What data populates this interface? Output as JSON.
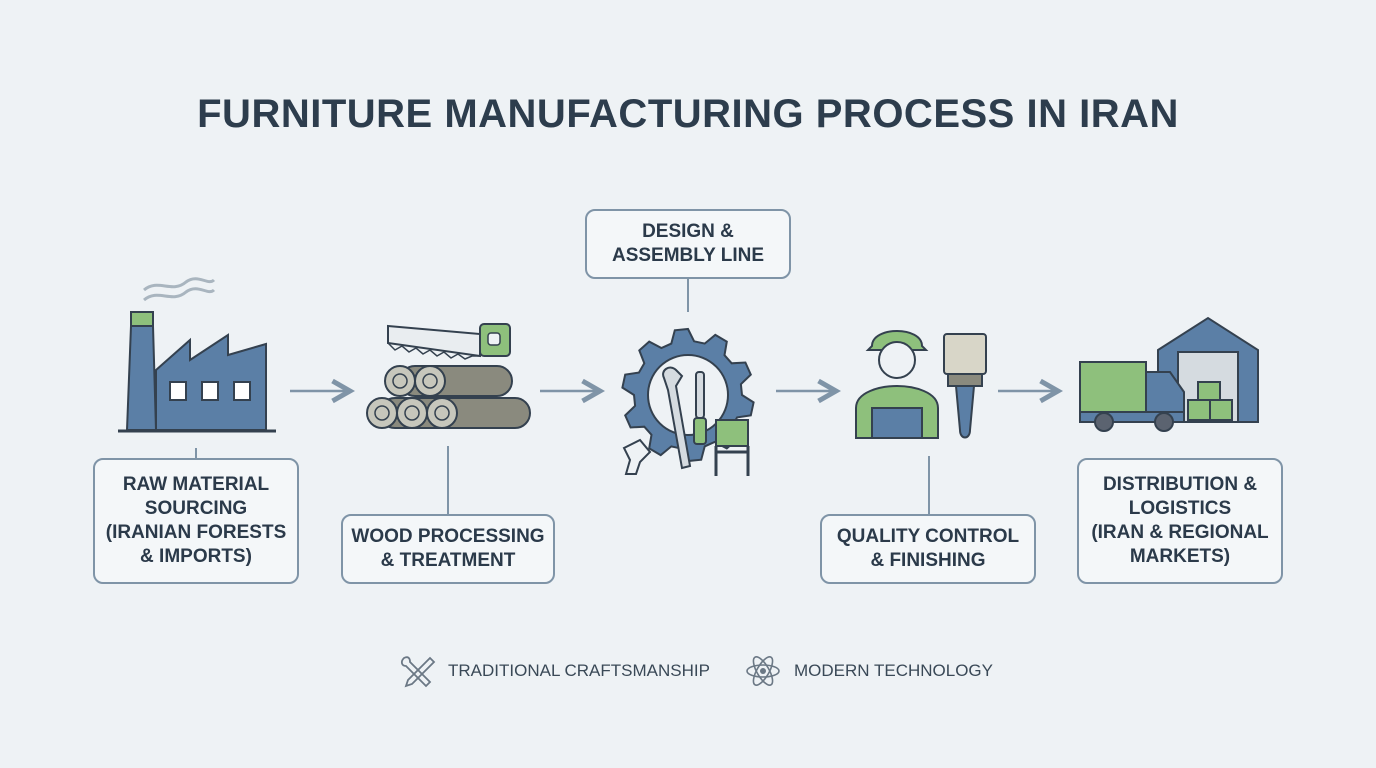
{
  "title": "FURNITURE MANUFACTURING PROCESS IN IRAN",
  "steps": [
    {
      "label": "RAW MATERIAL\nSOURCING\n(IRANIAN FORESTS\n& IMPORTS)",
      "icon": "factory-icon"
    },
    {
      "label": "WOOD PROCESSING\n& TREATMENT",
      "icon": "logs-saw-icon"
    },
    {
      "label": "DESIGN &\nASSEMBLY LINE",
      "icon": "gear-tools-icon"
    },
    {
      "label": "QUALITY CONTROL\n& FINISHING",
      "icon": "worker-brush-icon"
    },
    {
      "label": "DISTRIBUTION &\nLOGISTICS\n(IRAN & REGIONAL\nMARKETS)",
      "icon": "truck-warehouse-icon"
    }
  ],
  "legend": [
    {
      "label": "TRADITIONAL CRAFTSMANSHIP",
      "icon": "wrench-screwdriver-icon"
    },
    {
      "label": "MODERN TECHNOLOGY",
      "icon": "atom-icon"
    }
  ],
  "colors": {
    "background": "#eef2f5",
    "primary_blue": "#5b7fa6",
    "outline": "#34414f",
    "accent_green": "#8ec07c",
    "arrow": "#7f94a7"
  }
}
